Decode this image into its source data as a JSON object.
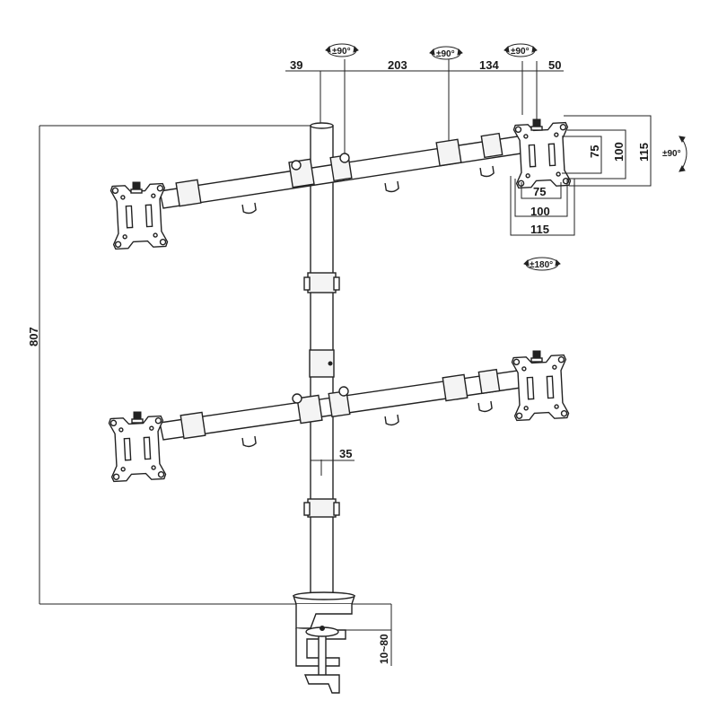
{
  "dimensions": {
    "top_39": "39",
    "top_203": "203",
    "top_134": "134",
    "top_50": "50",
    "height_807": "807",
    "pole_35": "35",
    "clamp_10_80": "10~80",
    "vesa_75_h": "75",
    "vesa_100_h": "100",
    "vesa_115_h": "115",
    "vesa_75_w": "75",
    "vesa_100_w": "100",
    "vesa_115_w": "115"
  },
  "rotations": {
    "swivel_1": "±90°",
    "swivel_2": "±90°",
    "swivel_3": "±90°",
    "tilt": "±90°",
    "rotate": "±180°"
  },
  "colors": {
    "line": "#222222",
    "background": "#ffffff"
  }
}
